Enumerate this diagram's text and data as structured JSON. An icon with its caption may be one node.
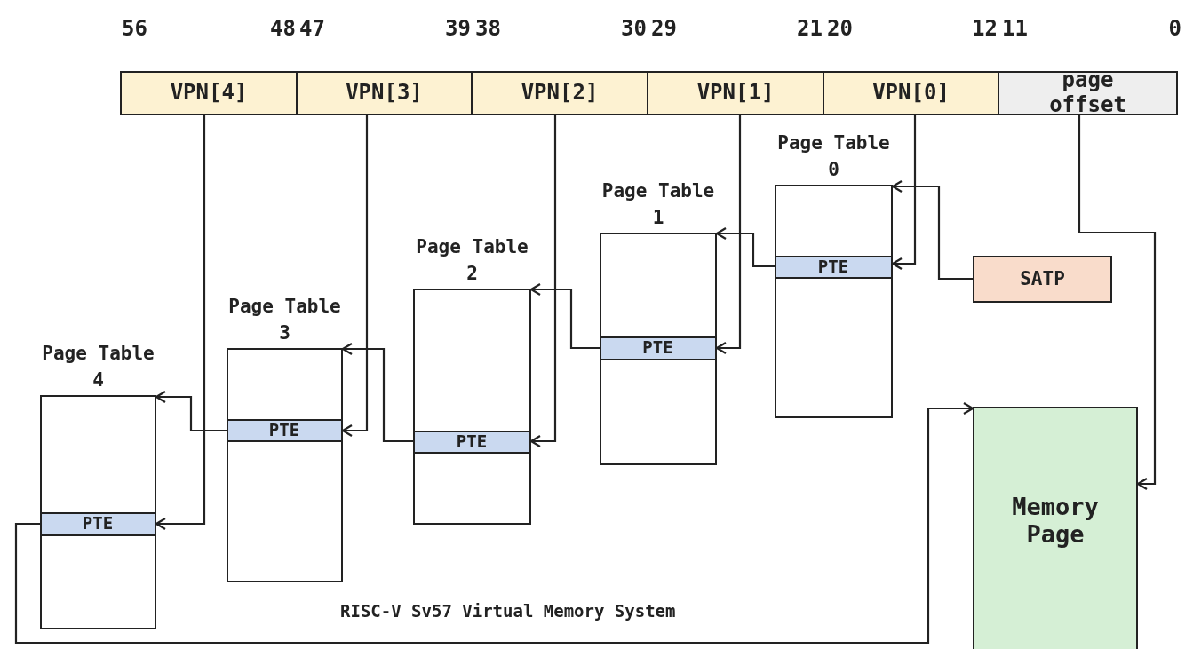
{
  "diagram": {
    "caption": "RISC-V Sv57 Virtual Memory System",
    "nodes": [
      {
        "text": [
          "VPN[4]"
        ]
      },
      {
        "text": [
          "VPN[3]"
        ]
      },
      {
        "text": [
          "VPN[2]"
        ]
      },
      {
        "text": [
          "VPN[1]"
        ]
      },
      {
        "text": [
          "VPN[0]"
        ]
      },
      {
        "text": [
          "page offset"
        ]
      },
      {
        "text": [
          "Page Table 0"
        ]
      },
      {
        "text": [
          "PTE"
        ],
        "in": 6
      },
      {
        "text": [
          "Page Table 1"
        ]
      },
      {
        "text": [
          "PTE"
        ],
        "in": 8
      },
      {
        "text": [
          "Page Table 2"
        ]
      },
      {
        "text": [
          "PTE"
        ],
        "in": 10
      },
      {
        "text": [
          "Page Table 3"
        ]
      },
      {
        "text": [
          "PTE"
        ],
        "in": 12
      },
      {
        "text": [
          "Page Table 4"
        ]
      },
      {
        "text": [
          "PTE"
        ],
        "in": 14
      },
      {
        "text": [
          "SATP"
        ]
      },
      {
        "text": [
          "Memory Page"
        ]
      }
    ],
    "edges": [
      {
        "from": 16,
        "to": 6,
        "arrow": "to"
      },
      {
        "from": 4,
        "to": 7,
        "arrow": "to"
      },
      {
        "from": 7,
        "to": 8,
        "arrow": "to"
      },
      {
        "from": 3,
        "to": 9,
        "arrow": "to"
      },
      {
        "from": 9,
        "to": 10,
        "arrow": "to"
      },
      {
        "from": 2,
        "to": 11,
        "arrow": "to"
      },
      {
        "from": 11,
        "to": 12,
        "arrow": "to"
      },
      {
        "from": 1,
        "to": 13,
        "arrow": "to"
      },
      {
        "from": 13,
        "to": 14,
        "arrow": "to"
      },
      {
        "from": 0,
        "to": 15,
        "arrow": "to"
      },
      {
        "from": 15,
        "to": 17,
        "arrow": "to"
      },
      {
        "from": 5,
        "to": 17,
        "arrow": "to"
      }
    ],
    "labels": [
      "56",
      "48",
      "47",
      "39",
      "38",
      "30",
      "29",
      "21",
      "20",
      "12",
      "11",
      "0"
    ]
  }
}
